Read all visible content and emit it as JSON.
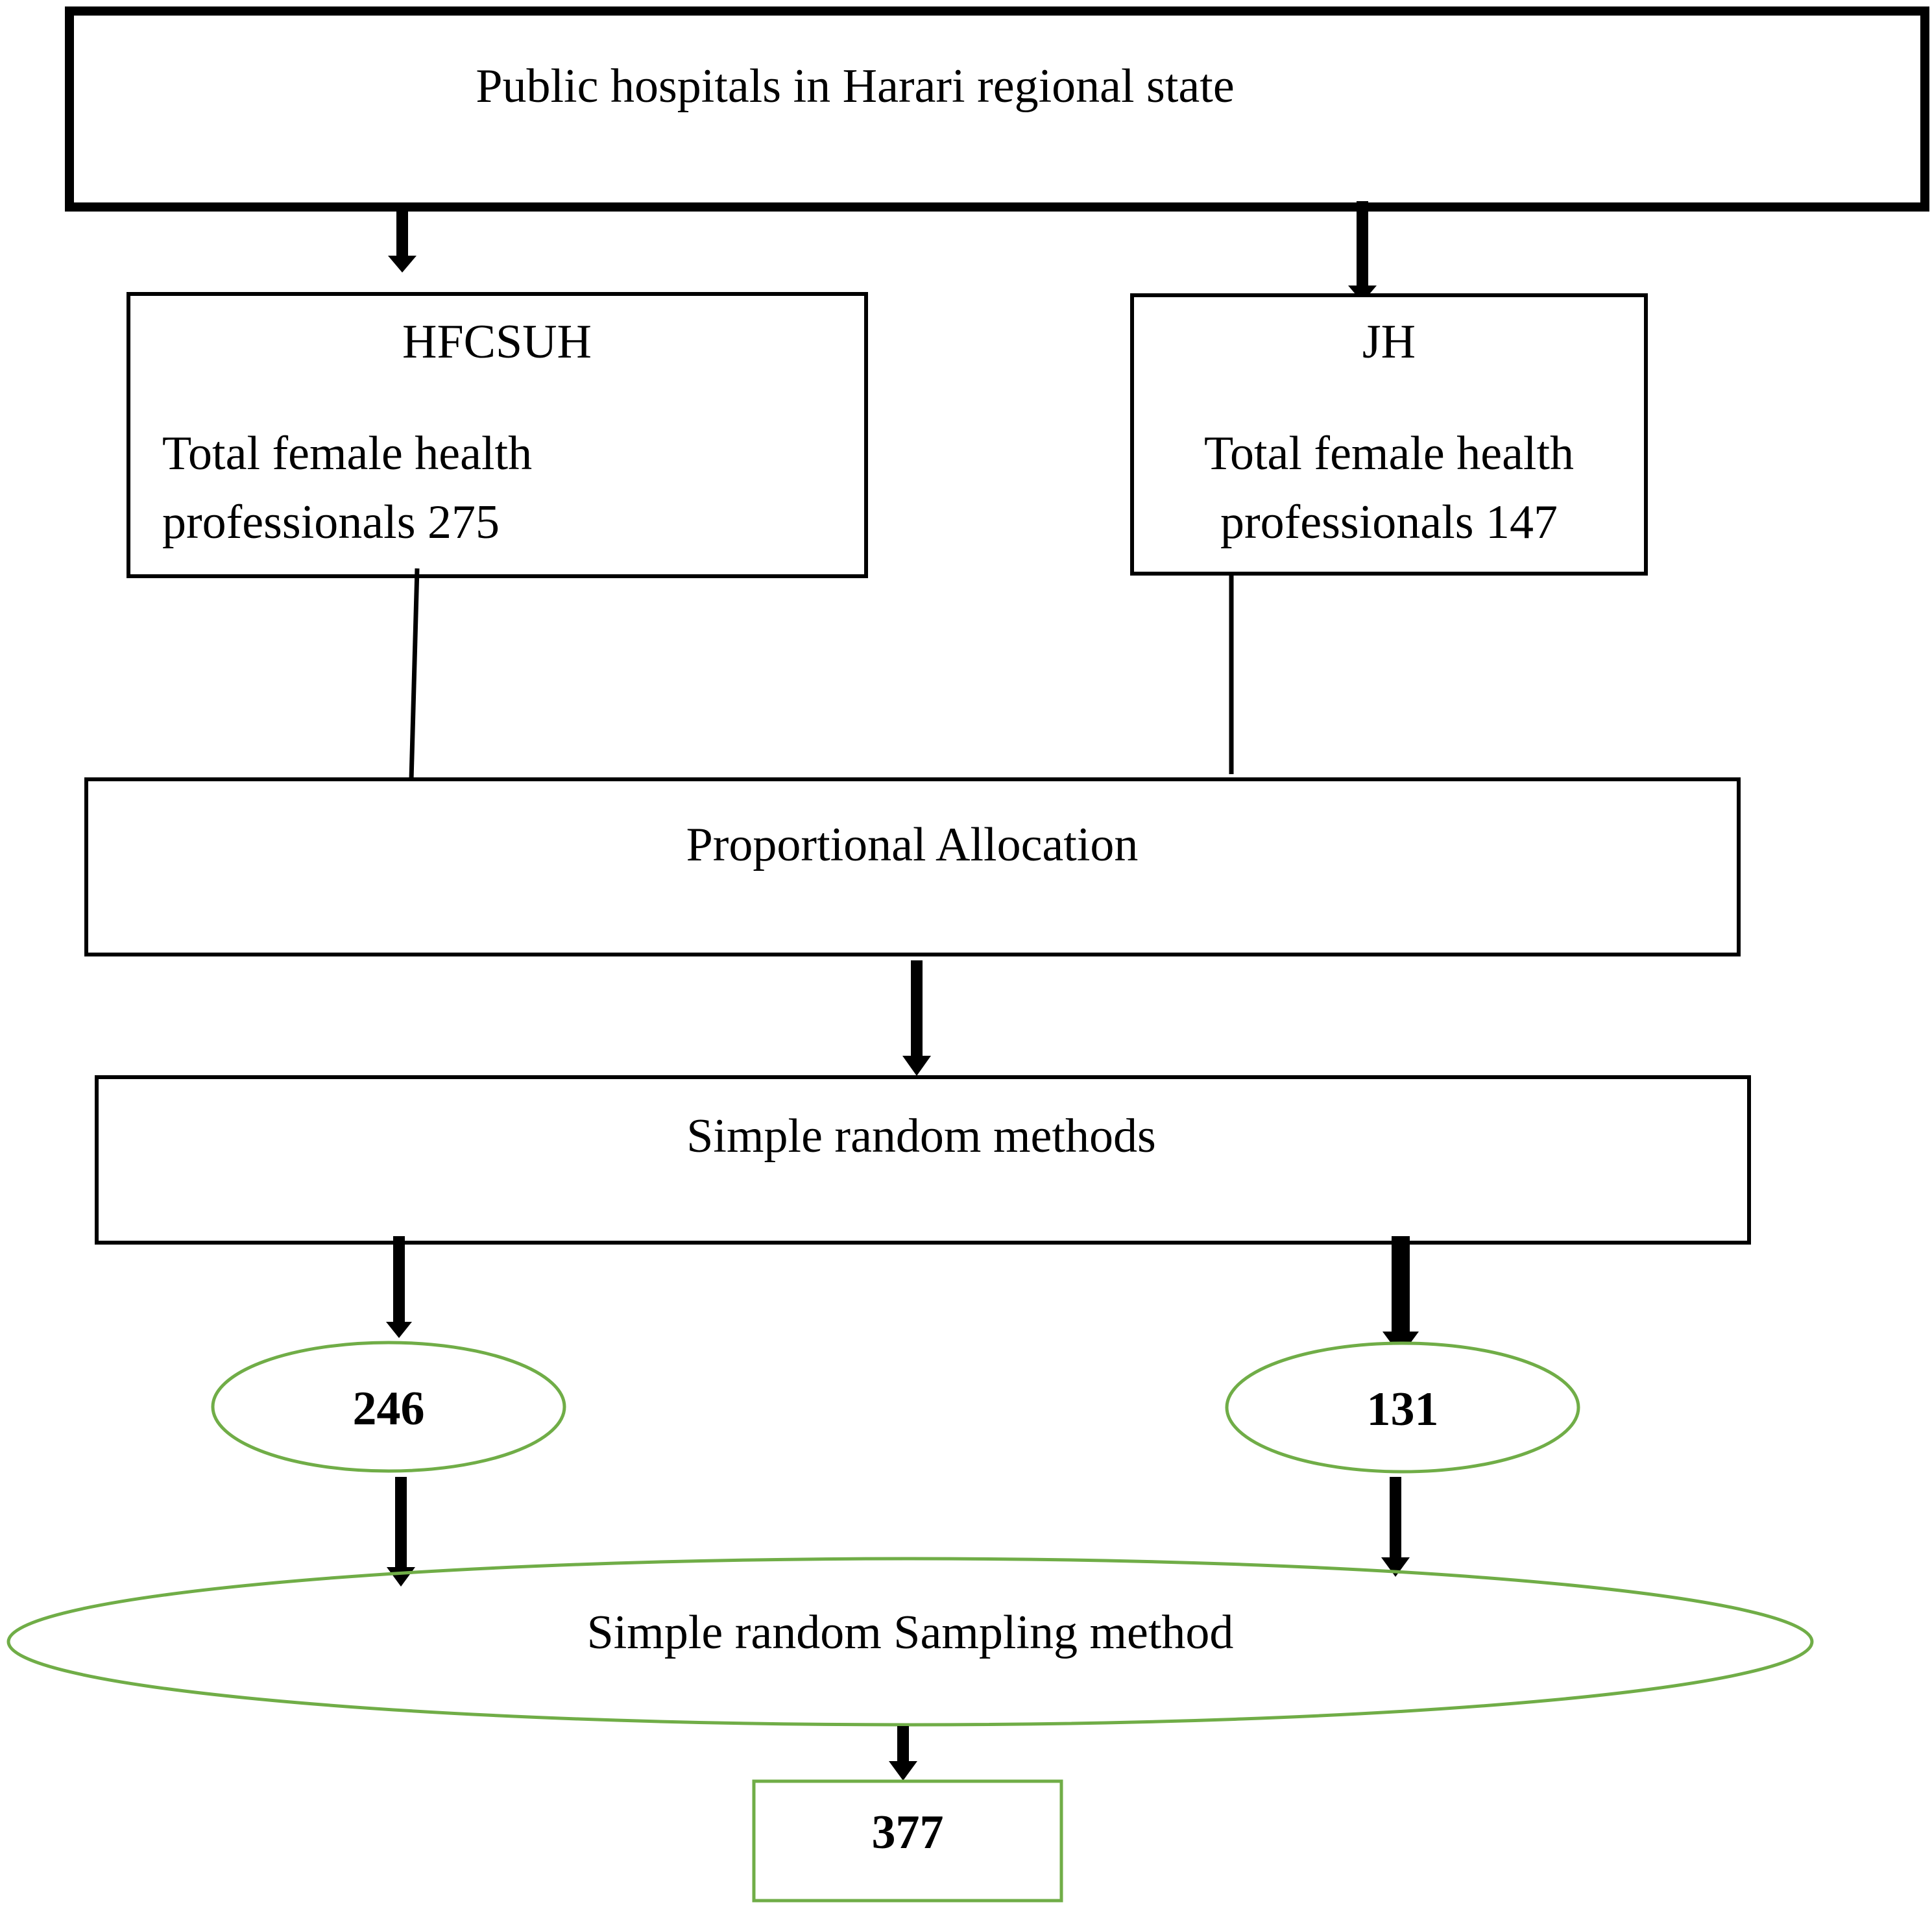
{
  "diagram": {
    "top_box": {
      "text": "Public hospitals in Harari regional state"
    },
    "hospital_left": {
      "name": "HFCSUH",
      "line1": "Total female health",
      "line2": "professionals 275"
    },
    "hospital_right": {
      "name": "JH",
      "line1": "Total female health",
      "line2": "professionals 147"
    },
    "allocation_box": {
      "text": "Proportional Allocation"
    },
    "random_box": {
      "text": "Simple random methods"
    },
    "sample_left": {
      "value": "246"
    },
    "sample_right": {
      "value": "131"
    },
    "sampling_ellipse": {
      "text": "Simple random Sampling method"
    },
    "total_box": {
      "value": "377"
    },
    "colors": {
      "box_border": "#000000",
      "ellipse_border": "#70ad47",
      "arrow": "#000000",
      "text": "#000000",
      "background": "#ffffff"
    }
  }
}
